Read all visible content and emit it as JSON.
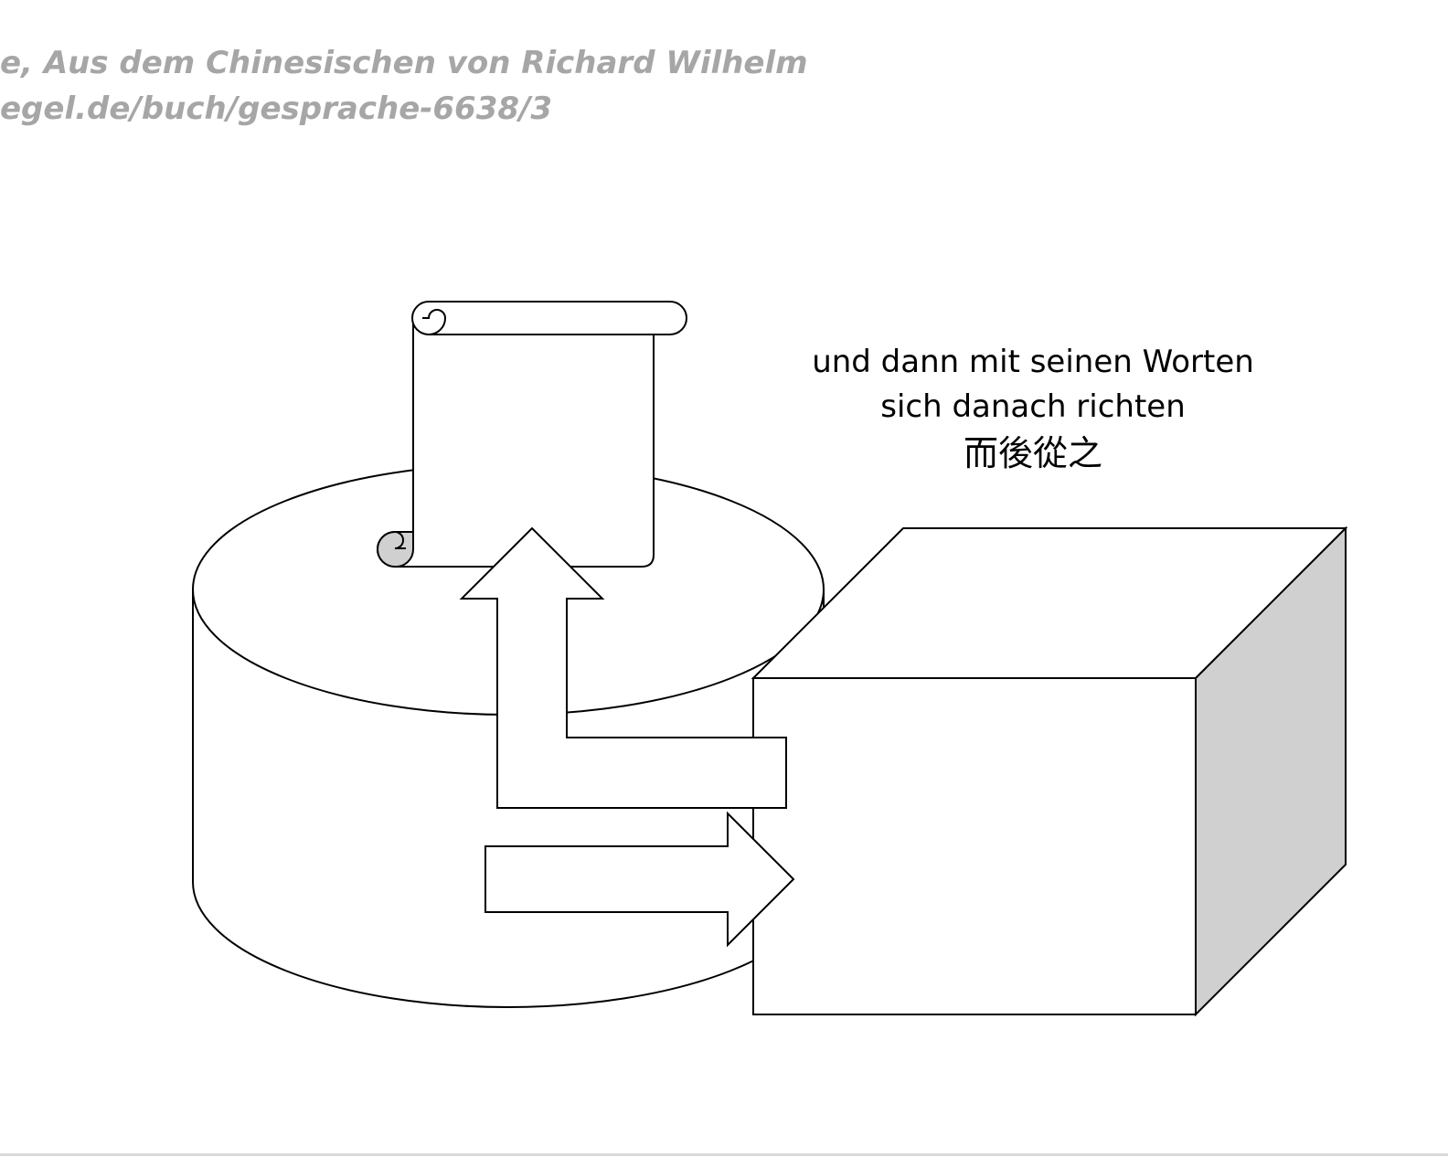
{
  "source": {
    "line1": "e, Aus dem Chinesischen von Richard Wilhelm",
    "line2": "egel.de/buch/gesprache-6638/3"
  },
  "caption": {
    "line1": "und dann mit seinen Worten",
    "line2": "sich danach richten",
    "chinese": "而後從之"
  },
  "colors": {
    "stroke": "#000000",
    "fill": "#ffffff",
    "shade": "#d0d0d0",
    "source_text": "#a6a6a6"
  }
}
